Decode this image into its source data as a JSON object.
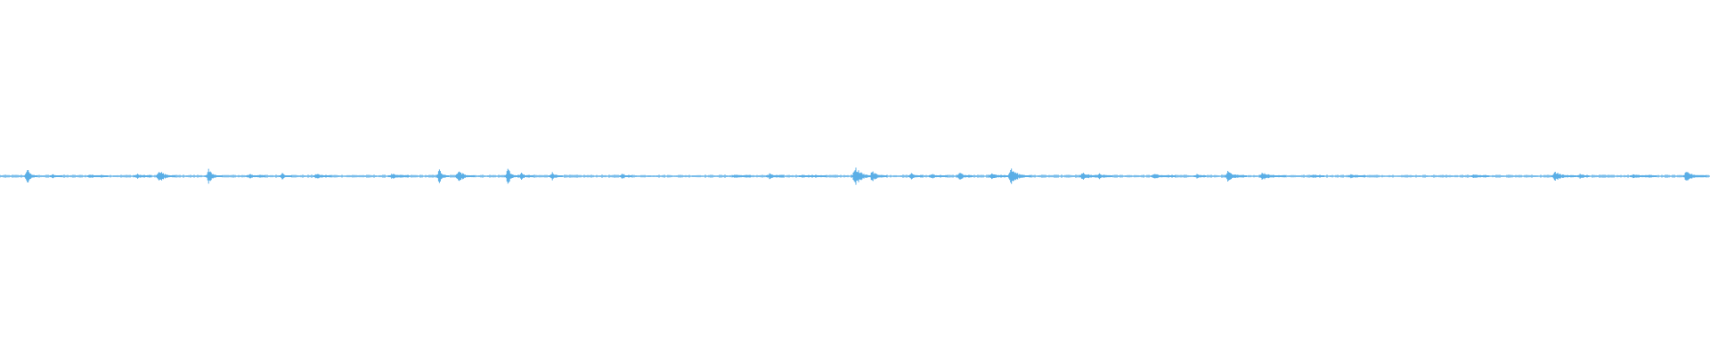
{
  "waveform": {
    "color": "#5aaee6",
    "background": "#ffffff",
    "duration_fraction_marks": [
      0.016,
      0.031,
      0.053,
      0.08,
      0.093,
      0.122,
      0.146,
      0.165,
      0.185,
      0.229,
      0.257,
      0.268,
      0.297,
      0.305,
      0.323,
      0.364,
      0.43,
      0.45,
      0.469,
      0.5,
      0.51,
      0.533,
      0.545,
      0.561,
      0.58,
      0.591,
      0.633,
      0.643,
      0.675,
      0.7,
      0.718,
      0.738,
      0.768,
      0.79,
      0.862,
      0.909,
      0.924,
      0.955,
      0.986
    ],
    "burst_amplitudes": [
      0.32,
      0.1,
      0.08,
      0.12,
      0.28,
      0.3,
      0.1,
      0.14,
      0.12,
      0.12,
      0.3,
      0.26,
      0.34,
      0.14,
      0.2,
      0.14,
      0.1,
      0.12,
      0.06,
      0.4,
      0.24,
      0.14,
      0.1,
      0.18,
      0.12,
      0.34,
      0.16,
      0.12,
      0.12,
      0.1,
      0.22,
      0.18,
      0.1,
      0.08,
      0.1,
      0.22,
      0.14,
      0.08,
      0.2
    ]
  }
}
